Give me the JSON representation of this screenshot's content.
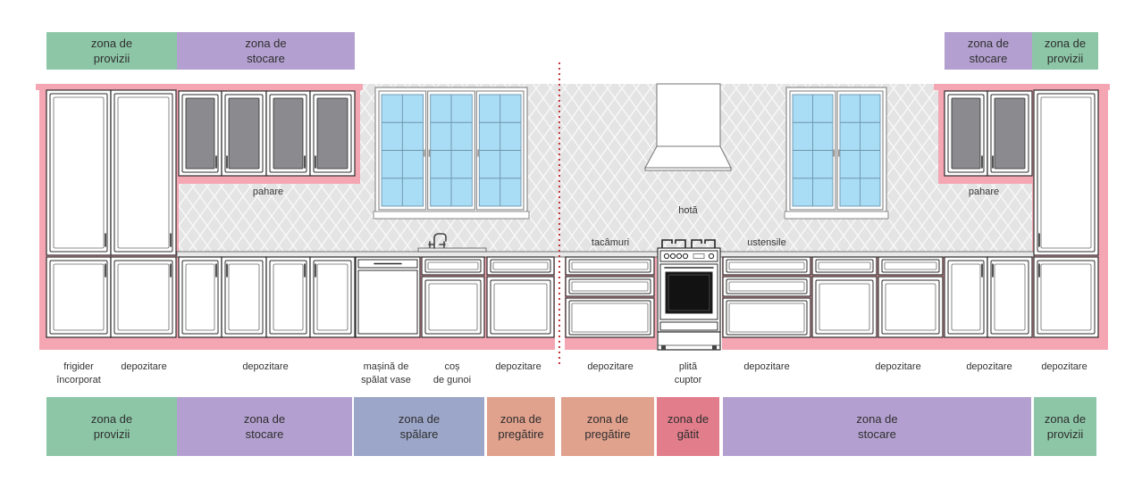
{
  "colors": {
    "highlight": "#f4a6b3",
    "divider": "#c8323c",
    "window_glass": "#a9dcf5",
    "cabinet_glass": "#8b8b8f"
  },
  "zones_top": [
    {
      "line1": "zona de",
      "line2": "provizii",
      "color": "#8dc6a7"
    },
    {
      "line1": "zona de",
      "line2": "stocare",
      "color": "#b3a0d0"
    },
    {
      "line1": "zona de",
      "line2": "stocare",
      "color": "#b3a0d0"
    },
    {
      "line1": "zona de",
      "line2": "provizii",
      "color": "#8dc6a7"
    }
  ],
  "zones_bottom": [
    {
      "line1": "zona de",
      "line2": "provizii",
      "color": "#8dc6a7"
    },
    {
      "line1": "zona de",
      "line2": "stocare",
      "color": "#b3a0d0"
    },
    {
      "line1": "zona de",
      "line2": "spălare",
      "color": "#9ca6c8"
    },
    {
      "line1": "zona de",
      "line2": "pregătire",
      "color": "#e0a18d"
    },
    {
      "line1": "zona de",
      "line2": "pregătire",
      "color": "#e0a18d"
    },
    {
      "line1": "zona de",
      "line2": "gătit",
      "color": "#e27d8b"
    },
    {
      "line1": "zona de",
      "line2": "stocare",
      "color": "#b3a0d0"
    },
    {
      "line1": "zona de",
      "line2": "provizii",
      "color": "#8dc6a7"
    }
  ],
  "annotations": {
    "glasses_left": "pahare",
    "glasses_right": "pahare",
    "hood": "hotă",
    "cutlery": "tacâmuri",
    "utensils": "ustensile"
  },
  "units": [
    {
      "line1": "frigider",
      "line2": "încorporat"
    },
    {
      "line1": "depozitare"
    },
    {
      "line1": "depozitare"
    },
    {
      "line1": "mașină de",
      "line2": "spălat vase"
    },
    {
      "line1": "coș",
      "line2": "de gunoi"
    },
    {
      "line1": "depozitare"
    },
    {
      "line1": "depozitare"
    },
    {
      "line1": "plită",
      "line2": "cuptor"
    },
    {
      "line1": "depozitare"
    },
    {
      "line1": "depozitare"
    },
    {
      "line1": "depozitare"
    },
    {
      "line1": "depozitare"
    }
  ]
}
